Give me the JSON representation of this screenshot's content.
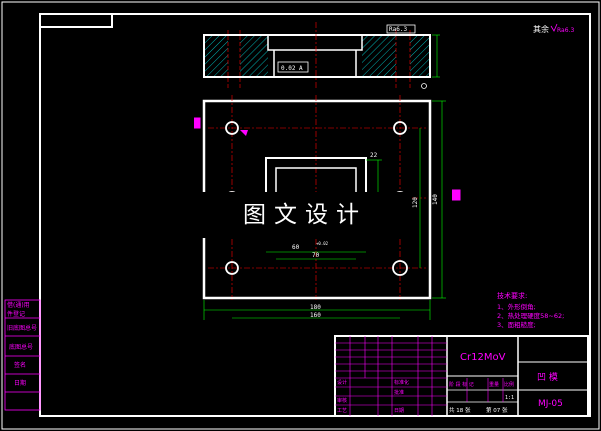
{
  "title_block": {
    "material": "Cr12MoV",
    "part_name": "凹  模",
    "drawing_no": "MJ-05",
    "scale": "1:1",
    "sheet_total_label": "共 18 张",
    "sheet_no_label": "第 07 张",
    "row_labels": [
      "设计",
      "审核",
      "工艺",
      "标准化",
      "批准",
      "日期"
    ],
    "header_labels": [
      "阶 段 标 记",
      "重量",
      "比例"
    ]
  },
  "left_strip": [
    "借(通)用",
    "件登记",
    "旧底图总号",
    "底图总号",
    "签名",
    "日期"
  ],
  "roughness_note": "其余",
  "roughness_value": "Ra6.3",
  "tech_requirements": {
    "title": "技术要求:",
    "items": [
      "1、外形倒角;",
      "2、热处理硬度58~62;",
      "3、面粗糙度;"
    ]
  },
  "dimensions": {
    "overall_width": "180",
    "hole_span_x": "160",
    "overall_height_right": "140",
    "hole_span_y": "120",
    "inner_width": "70",
    "inner_width_tol": "60",
    "inner_depth": "22",
    "tolerance_tag": "+0.02",
    "frame_note": "0.02 A",
    "section_tag": "Ra6.3"
  },
  "watermark": "图文设计"
}
